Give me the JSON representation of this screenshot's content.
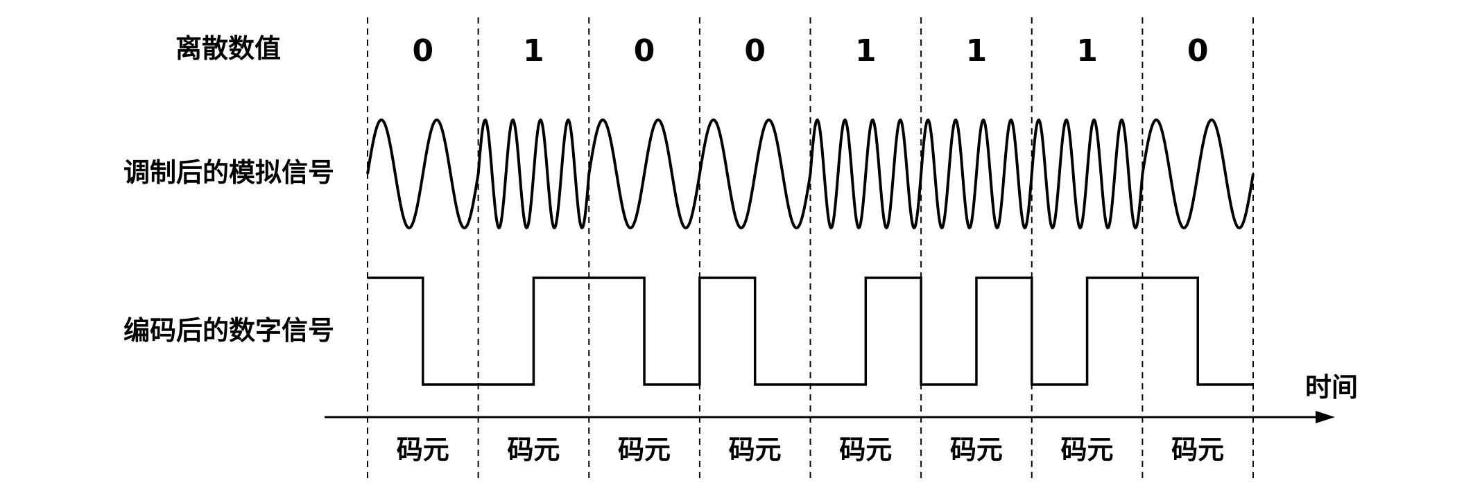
{
  "labels": {
    "discrete": "离散数值",
    "modulated": "调制后的模拟信号",
    "digital": "编码后的数字信号",
    "time_axis": "时间",
    "symbol": "码元"
  },
  "bits": [
    "0",
    "1",
    "0",
    "0",
    "1",
    "1",
    "1",
    "0"
  ],
  "modulation": {
    "cycles_per_symbol_for_bit": {
      "0": 2,
      "1": 4
    }
  },
  "colors": {
    "ink": "#000000",
    "background": "#ffffff"
  }
}
